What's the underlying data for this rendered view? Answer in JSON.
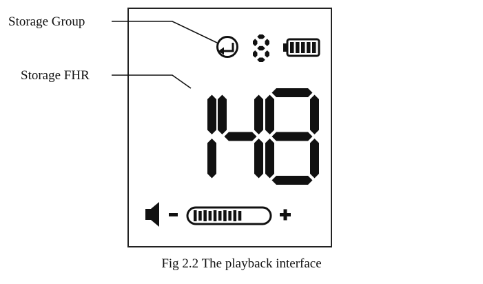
{
  "labels": {
    "storage_group": "Storage Group",
    "storage_fhr": "Storage FHR"
  },
  "display": {
    "group_digit": "8",
    "fhr_value": "148",
    "battery_bars": 5,
    "volume_bars": 10,
    "volume_minus": "−",
    "volume_plus": "+"
  },
  "caption": "Fig 2.2 The playback interface",
  "colors": {
    "ink": "#111111",
    "frame": "#222222",
    "background": "#ffffff"
  },
  "icons": [
    "return-icon",
    "battery-icon",
    "speaker-icon",
    "minus-icon",
    "plus-icon"
  ]
}
